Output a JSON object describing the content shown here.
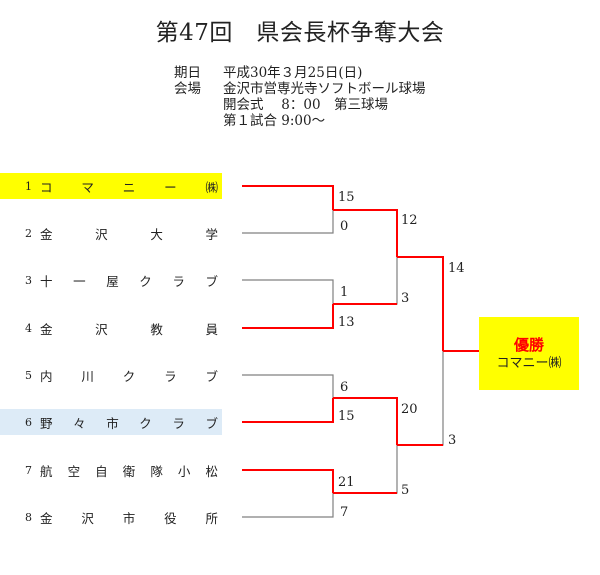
{
  "header": {
    "title": "第47回　県会長杯争奪大会"
  },
  "info": [
    {
      "label": "期日",
      "value": "平成30年３月25日(日)"
    },
    {
      "label": "会場",
      "value": "金沢市営専光寺ソフトボール球場"
    },
    {
      "label": "",
      "value": "開会式　 8：00　第三球場"
    },
    {
      "label": "",
      "value": "第１試合 9:00～"
    }
  ],
  "teams": [
    {
      "seed": "1",
      "chars": [
        "コ",
        "マ",
        "ニ",
        "ー",
        "㈱"
      ],
      "highlight": "yellow"
    },
    {
      "seed": "2",
      "chars": [
        "金",
        "沢",
        "大",
        "学"
      ],
      "highlight": ""
    },
    {
      "seed": "3",
      "chars": [
        "十",
        "一",
        "屋",
        "ク",
        "ラ",
        "ブ"
      ],
      "highlight": ""
    },
    {
      "seed": "4",
      "chars": [
        "金",
        "沢",
        "教",
        "員"
      ],
      "highlight": ""
    },
    {
      "seed": "5",
      "chars": [
        "内",
        "川",
        "ク",
        "ラ",
        "ブ"
      ],
      "highlight": ""
    },
    {
      "seed": "6",
      "chars": [
        "野",
        "々",
        "市",
        "ク",
        "ラ",
        "ブ"
      ],
      "highlight": "blue"
    },
    {
      "seed": "7",
      "chars": [
        "航",
        "空",
        "自",
        "衛",
        "隊",
        "小",
        "松"
      ],
      "highlight": ""
    },
    {
      "seed": "8",
      "chars": [
        "金",
        "沢",
        "市",
        "役",
        "所"
      ],
      "highlight": ""
    }
  ],
  "scores": {
    "r1": [
      "15",
      "0",
      "1",
      "13",
      "6",
      "15",
      "21",
      "7"
    ],
    "r2": [
      "12",
      "3",
      "20",
      "5"
    ],
    "final": [
      "14",
      "3"
    ]
  },
  "champion": {
    "title": "優勝",
    "name": "コマニー㈱"
  },
  "colors": {
    "winner_line": "#ff0000",
    "loser_line": "#808080",
    "champion_bg": "#ffff00",
    "highlight_blue": "#ddebf7"
  }
}
